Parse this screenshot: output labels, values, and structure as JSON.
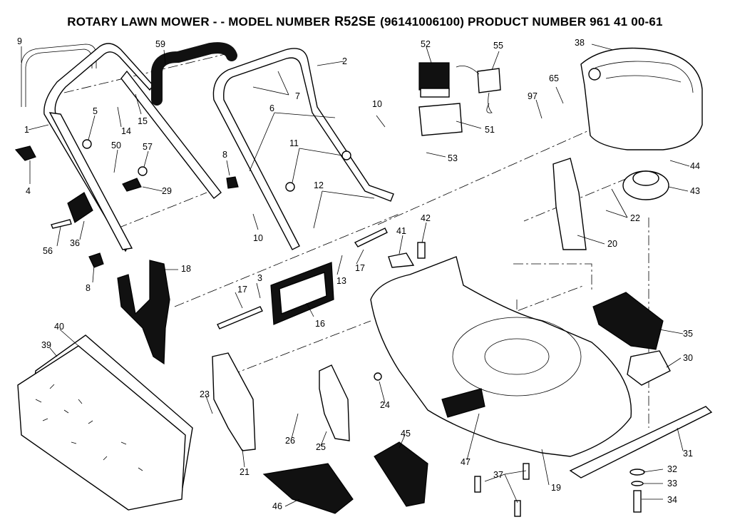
{
  "title": {
    "prefix": "ROTARY LAWN MOWER - - MODEL NUMBER",
    "model": "R52SE",
    "suffix": "(96141006100) PRODUCT NUMBER 961 41 00-61"
  },
  "part_numbers": [
    "1",
    "2",
    "3",
    "4",
    "5",
    "6",
    "7",
    "8",
    "8",
    "9",
    "10",
    "10",
    "11",
    "12",
    "13",
    "14",
    "15",
    "16",
    "17",
    "17",
    "18",
    "19",
    "20",
    "21",
    "22",
    "23",
    "24",
    "25",
    "26",
    "29",
    "30",
    "31",
    "32",
    "33",
    "34",
    "35",
    "36",
    "37",
    "38",
    "39",
    "40",
    "41",
    "42",
    "43",
    "44",
    "45",
    "46",
    "47",
    "50",
    "51",
    "52",
    "53",
    "55",
    "56",
    "57",
    "59",
    "65",
    "97"
  ]
}
